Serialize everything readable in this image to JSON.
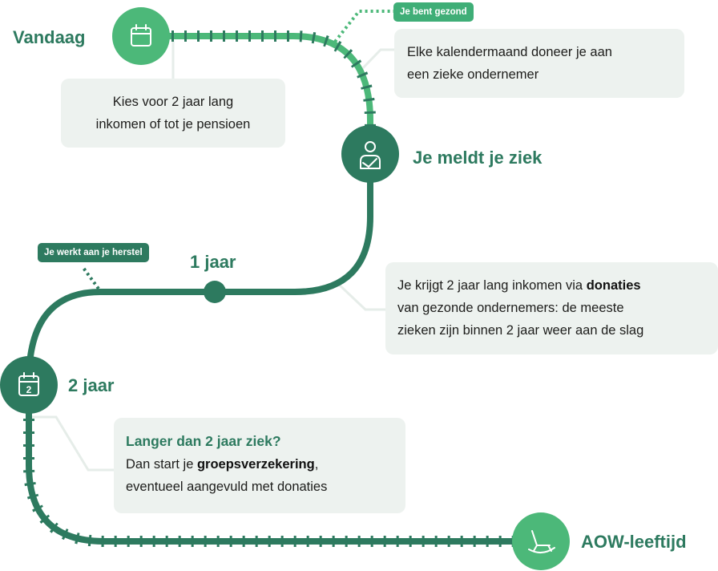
{
  "milestones": {
    "today": "Vandaag",
    "sick": "Je meldt je ziek",
    "year1": "1 jaar",
    "year2": "2 jaar",
    "aow": "AOW-leeftijd"
  },
  "badges": {
    "healthy": "Je bent gezond",
    "recovering": "Je werkt aan je herstel"
  },
  "calendar_day": "2",
  "cards": {
    "choose": {
      "line1": "Kies voor 2 jaar lang",
      "line2": "inkomen of tot je pensioen"
    },
    "donate": {
      "line1": "Elke kalendermaand doneer je aan",
      "line2": "een zieke ondernemer"
    },
    "income": {
      "line1_pre": "Je krijgt 2 jaar lang inkomen via ",
      "line1_bold": "donaties",
      "line2": "van gezonde ondernemers: de meeste",
      "line3": "zieken zijn binnen 2 jaar weer aan de slag"
    },
    "longer": {
      "title": "Langer dan 2 jaar ziek?",
      "line1_pre": "Dan start je ",
      "line1_bold": "groepsverzekering",
      "line1_post": ",",
      "line2": "eventueel aangevuld met donaties"
    }
  },
  "icons": {
    "today": "calendar-icon",
    "sick": "injured-person-icon",
    "year2": "calendar-2-icon",
    "aow": "rocking-chair-icon"
  },
  "colors": {
    "light_green": "#4cb879",
    "dark_green": "#2d7a5f",
    "card_bg": "#edf2ef"
  }
}
